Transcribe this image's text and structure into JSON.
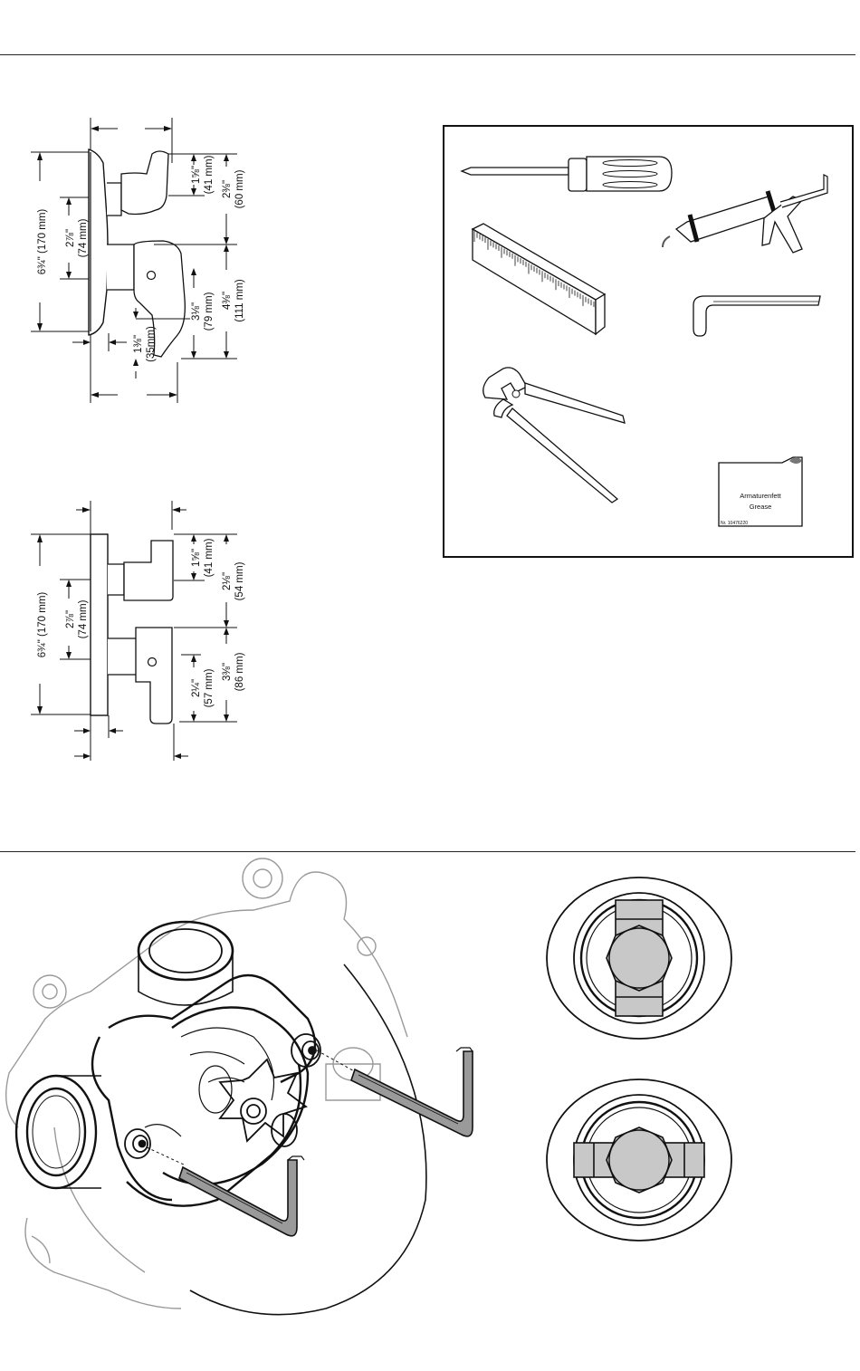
{
  "diagram1": {
    "overall_height": "6¾\" (170 mm)",
    "centers_in": "2⅞\"",
    "centers_mm": "(74 mm)",
    "upper_handle_in": "1⅝\"",
    "upper_handle_mm": "(41 mm)",
    "upper_depth_in": "2⅜\"",
    "upper_depth_mm": "(60 mm)",
    "lower_handle_in": "3⅛\"",
    "lower_handle_mm": "(79 mm)",
    "lower_depth_in": "4⅜\"",
    "lower_depth_mm": "(111 mm)",
    "flange_in": "1⅜\"",
    "flange_mm": "(35mm)"
  },
  "diagram2": {
    "overall_height": "6¾\" (170 mm)",
    "centers_in": "2⅞\"",
    "centers_mm": "(74 mm)",
    "upper_handle_in": "1⅝\"",
    "upper_handle_mm": "(41 mm)",
    "upper_depth_in": "2⅛\"",
    "upper_depth_mm": "(54 mm)",
    "lower_handle_in": "2¼\"",
    "lower_handle_mm": "(57 mm)",
    "lower_depth_in": "3⅜\"",
    "lower_depth_mm": "(86 mm)"
  },
  "tools": {
    "grease_label_1": "Armaturenfett",
    "grease_label_2": "Grease",
    "grease_part_no": "Nr. 10476220"
  }
}
